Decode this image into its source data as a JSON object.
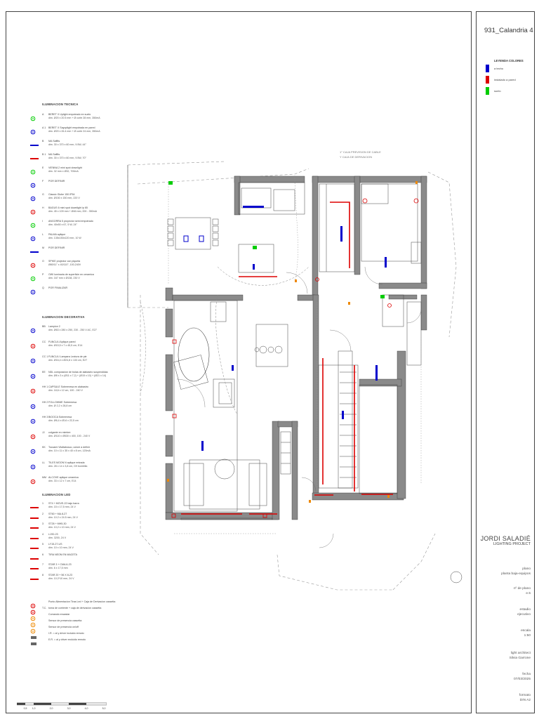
{
  "title_block": {
    "project": "931_Calandria 4",
    "legend_title": "LEYENDA COLORES",
    "legend": [
      {
        "label": "a techo",
        "color": "#0000cc"
      },
      {
        "label": "instalado a pared",
        "color": "#dd0000"
      },
      {
        "label": "suelo",
        "color": "#00cc00"
      }
    ],
    "company_name": "JORDI SALADIÉ",
    "company_sub": "LIGHTING PROJECT",
    "plano_label": "plano",
    "plano_value": "planta baja-equipos",
    "numero_label": "nº de plano",
    "numero_value": "e.5",
    "estadio_label": "estadio",
    "estadio_value": "ejecutivo",
    "escala_label": "escala",
    "escala_value": "1:50",
    "architect_label": "light architect",
    "architect_value": "Silvia Garrone",
    "fecha_label": "fecha",
    "fecha_value": "07/03/2025",
    "formato_label": "formato",
    "formato_value": "DIN A2"
  },
  "legend_left": {
    "tecnica_title": "ILUMINACION TECNICA",
    "tecnica": [
      {
        "code": "A",
        "l1": "BERET X Uplight empotrado en suelo",
        "l2": "dim. Ø20 x 20.5 mm + Ø corte 28 mm, 350mA"
      },
      {
        "code": "A 1",
        "l1": "BERET X Sayuplight empotrada en pared",
        "l2": "dim. Ø20 x 26.4 mm + Ø corte 24 mm, 350mA"
      },
      {
        "code": "B",
        "l1": "MA Saffits",
        "l2": "dim. 30 x 370 x 60 mm, 9.5W, 44°"
      },
      {
        "code": "B 1",
        "l1": "MA Saffits",
        "l2": "dim. 30 x 370 x 60 mm, 9.5W, 70°"
      },
      {
        "code": "E",
        "l1": "VIENNA 2 mini spot downlight",
        "l2": "dim. 32 mm x Ø32, 700mA"
      },
      {
        "code": "F",
        "l1": "POR DEFINIR",
        "l2": ""
      },
      {
        "code": "G",
        "l1": "Classic Globe 150 IP54",
        "l2": "dim. Ø150 x 150 mm, 220 V"
      },
      {
        "code": "H",
        "l1": "BAGUS 6 mini spot downlight ip 65",
        "l2": "dim. 45 x 109 mm + Ø46 mm, 200 - 350mA"
      },
      {
        "code": "I",
        "l1": "ANGORRA 5 proyector semi empotrado",
        "l2": "dim. 40x50 x 67, 5 W, 24°"
      },
      {
        "code": "L",
        "l1": "PALMA aplique",
        "l2": "dim. 135x150x120 mm, 10 W"
      },
      {
        "code": "M",
        "l1": "POR DEFINIR",
        "l2": ""
      },
      {
        "code": "O",
        "l1": "SPIKE projector con piqueta",
        "l2": "Ø80/11\" x 40/110\", 100-240V"
      },
      {
        "code": "P",
        "l1": "OWI luminaria de superficie en ceramica",
        "l2": "dim. 167 mm x Ø138, 230 V"
      },
      {
        "code": "Q",
        "l1": "POR FINALIZAR",
        "l2": ""
      }
    ],
    "decorativa_title": "ILUMINACION DECORATIVA",
    "decorativa": [
      {
        "code": "BB",
        "l1": "Lampion 2",
        "l2": "dim. Ø63 x 280 x 250, 230 - 250 V AC, E27"
      },
      {
        "code": "CC",
        "l1": "FUNCULI Aplique pared",
        "l2": "dim. Ø15,5 x 7 x 45,5 cm, E14"
      },
      {
        "code": "CC 1",
        "l1": "FUNCULI Lampara Lectura de pie",
        "l2": "dim. Ø16,4 x Ø24,8 x 133 cm, E27"
      },
      {
        "code": "EE",
        "l1": "NDL composicion de bolas de alabastro suspendidas",
        "l2": "dim. Ø8 x 3 x (Ø11 x 7,2) + (Ø15 x 10) + (Ø21 x 14)"
      },
      {
        "code": "HH 1",
        "l1": "CAPSULE Sobremesa en alabastro",
        "l2": "dim. 18,6 x 12 cm, 100 - 240 V"
      },
      {
        "code": "HH 2",
        "l1": "FOLLOWME Sobremesa",
        "l2": "dim. Ø 2,2 x 28,8 cm"
      },
      {
        "code": "HH 3",
        "l1": "BIOOCA Sobremesa",
        "l2": "dim. Ø6,4 x Ø14 x 22,5 cm"
      },
      {
        "code": "JJ",
        "l1": "colgante en mimbre",
        "l2": "dim. Ø110 x Ø530 x 400, 100 - 240 V"
      },
      {
        "code": "KK",
        "l1": "Toccami Vilaltabosco, colore a definir",
        "l2": "dim. 10 x 11 x 35 x 40 x 8 cm, 120mA"
      },
      {
        "code": "LL",
        "l1": "TILES MOON N aplique entrada",
        "l2": "dim. 28 x 14 x 3,8 cm, G9 bombilla"
      },
      {
        "code": "MM",
        "l1": "ALCOVE aplique ceramica",
        "l2": "dim. 33 x 12 x 7 cm, E14"
      }
    ],
    "led_title": "ILUMINACION LED",
    "led": [
      {
        "code": "1",
        "l1": "ST4 + MOVE-22 bajo barra",
        "l2": "dim. 15 x 17,5 mm, 24 V"
      },
      {
        "code": "2",
        "l1": "ST60 + MA.8-27",
        "l2": "dim. 10.2 x 24.5 mm, 24 V"
      },
      {
        "code": "3",
        "l1": "ST26 + MH5-30",
        "l2": "dim. 10,2 x 10 mm, 24 V"
      },
      {
        "code": "4",
        "l1": "L1S0-23",
        "l2": "dim. 3200, 24 V"
      },
      {
        "code": "5",
        "l1": "LY15-27-US",
        "l2": "dim. 10 x 10 mm, 24 V"
      },
      {
        "code": "6",
        "l1": "TIRA NEON EN MACETA",
        "l2": ""
      },
      {
        "code": "7",
        "l1": "STAR 3 + CMA.6-23",
        "l2": "dim. 6 x 17,5 mm"
      },
      {
        "code": "8",
        "l1": "STAR 20 + 56 X 8-23",
        "l2": "dim. 10.2*10 mm, 24 V"
      }
    ],
    "extra": [
      {
        "code": "",
        "l1": "Punto Alimentacion Tiras Led + Caja de Derivacion cassetta",
        "l2": ""
      },
      {
        "code": "T.C.",
        "l1": "toma de corriente + caja de derivacion cassetta",
        "l2": ""
      },
      {
        "code": "",
        "l1": "Comando encastar",
        "l2": ""
      },
      {
        "code": "",
        "l1": "Sensor de presencia cassetta",
        "l2": ""
      },
      {
        "code": "",
        "l1": "Sensor de presencia on/off",
        "l2": ""
      },
      {
        "code": "",
        "l1": "I.R. = al y driver incluido remoto",
        "l2": ""
      },
      {
        "code": "",
        "l1": "E.R. = al y driver excluido remoto",
        "l2": ""
      }
    ]
  },
  "plan_notes": {
    "cable_note_1": "1° CAJA PREVISION DE CABLE",
    "cable_note_2": "Y CAJA DE DERIVACION"
  },
  "scale_bar": {
    "ticks": [
      "0,5",
      "1,0",
      "2,0",
      "3,0",
      "4,0",
      "5,0"
    ]
  },
  "colors": {
    "ceiling": "#0000cc",
    "wall": "#dd0000",
    "floor": "#00cc00",
    "wall_fill": "#8a8a8a",
    "line": "#444444"
  }
}
